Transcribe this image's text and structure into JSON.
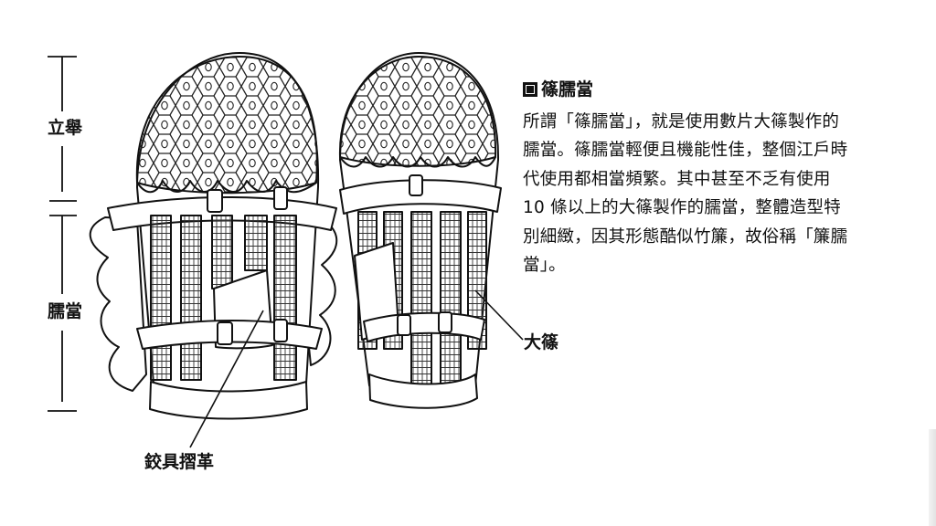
{
  "labels": {
    "tateage": "立舉",
    "suneate": "臑當",
    "kogumo": "鉸具摺革",
    "oshino": "大篠"
  },
  "description": {
    "title": "篠臑當",
    "lines": [
      "所謂「篠臑當」，就是使用數片大篠製作的",
      "臑當。篠臑當輕便且機能性佳，整個江戶時",
      "代使用都相當頻繁。其中甚至不乏有使用",
      "10 條以上的大篠製作的臑當，整體造型特",
      "別細緻，因其形態酷似竹簾，故俗稱「簾臑",
      "當」。"
    ]
  },
  "colors": {
    "ink": "#111111",
    "background": "#ffffff"
  }
}
